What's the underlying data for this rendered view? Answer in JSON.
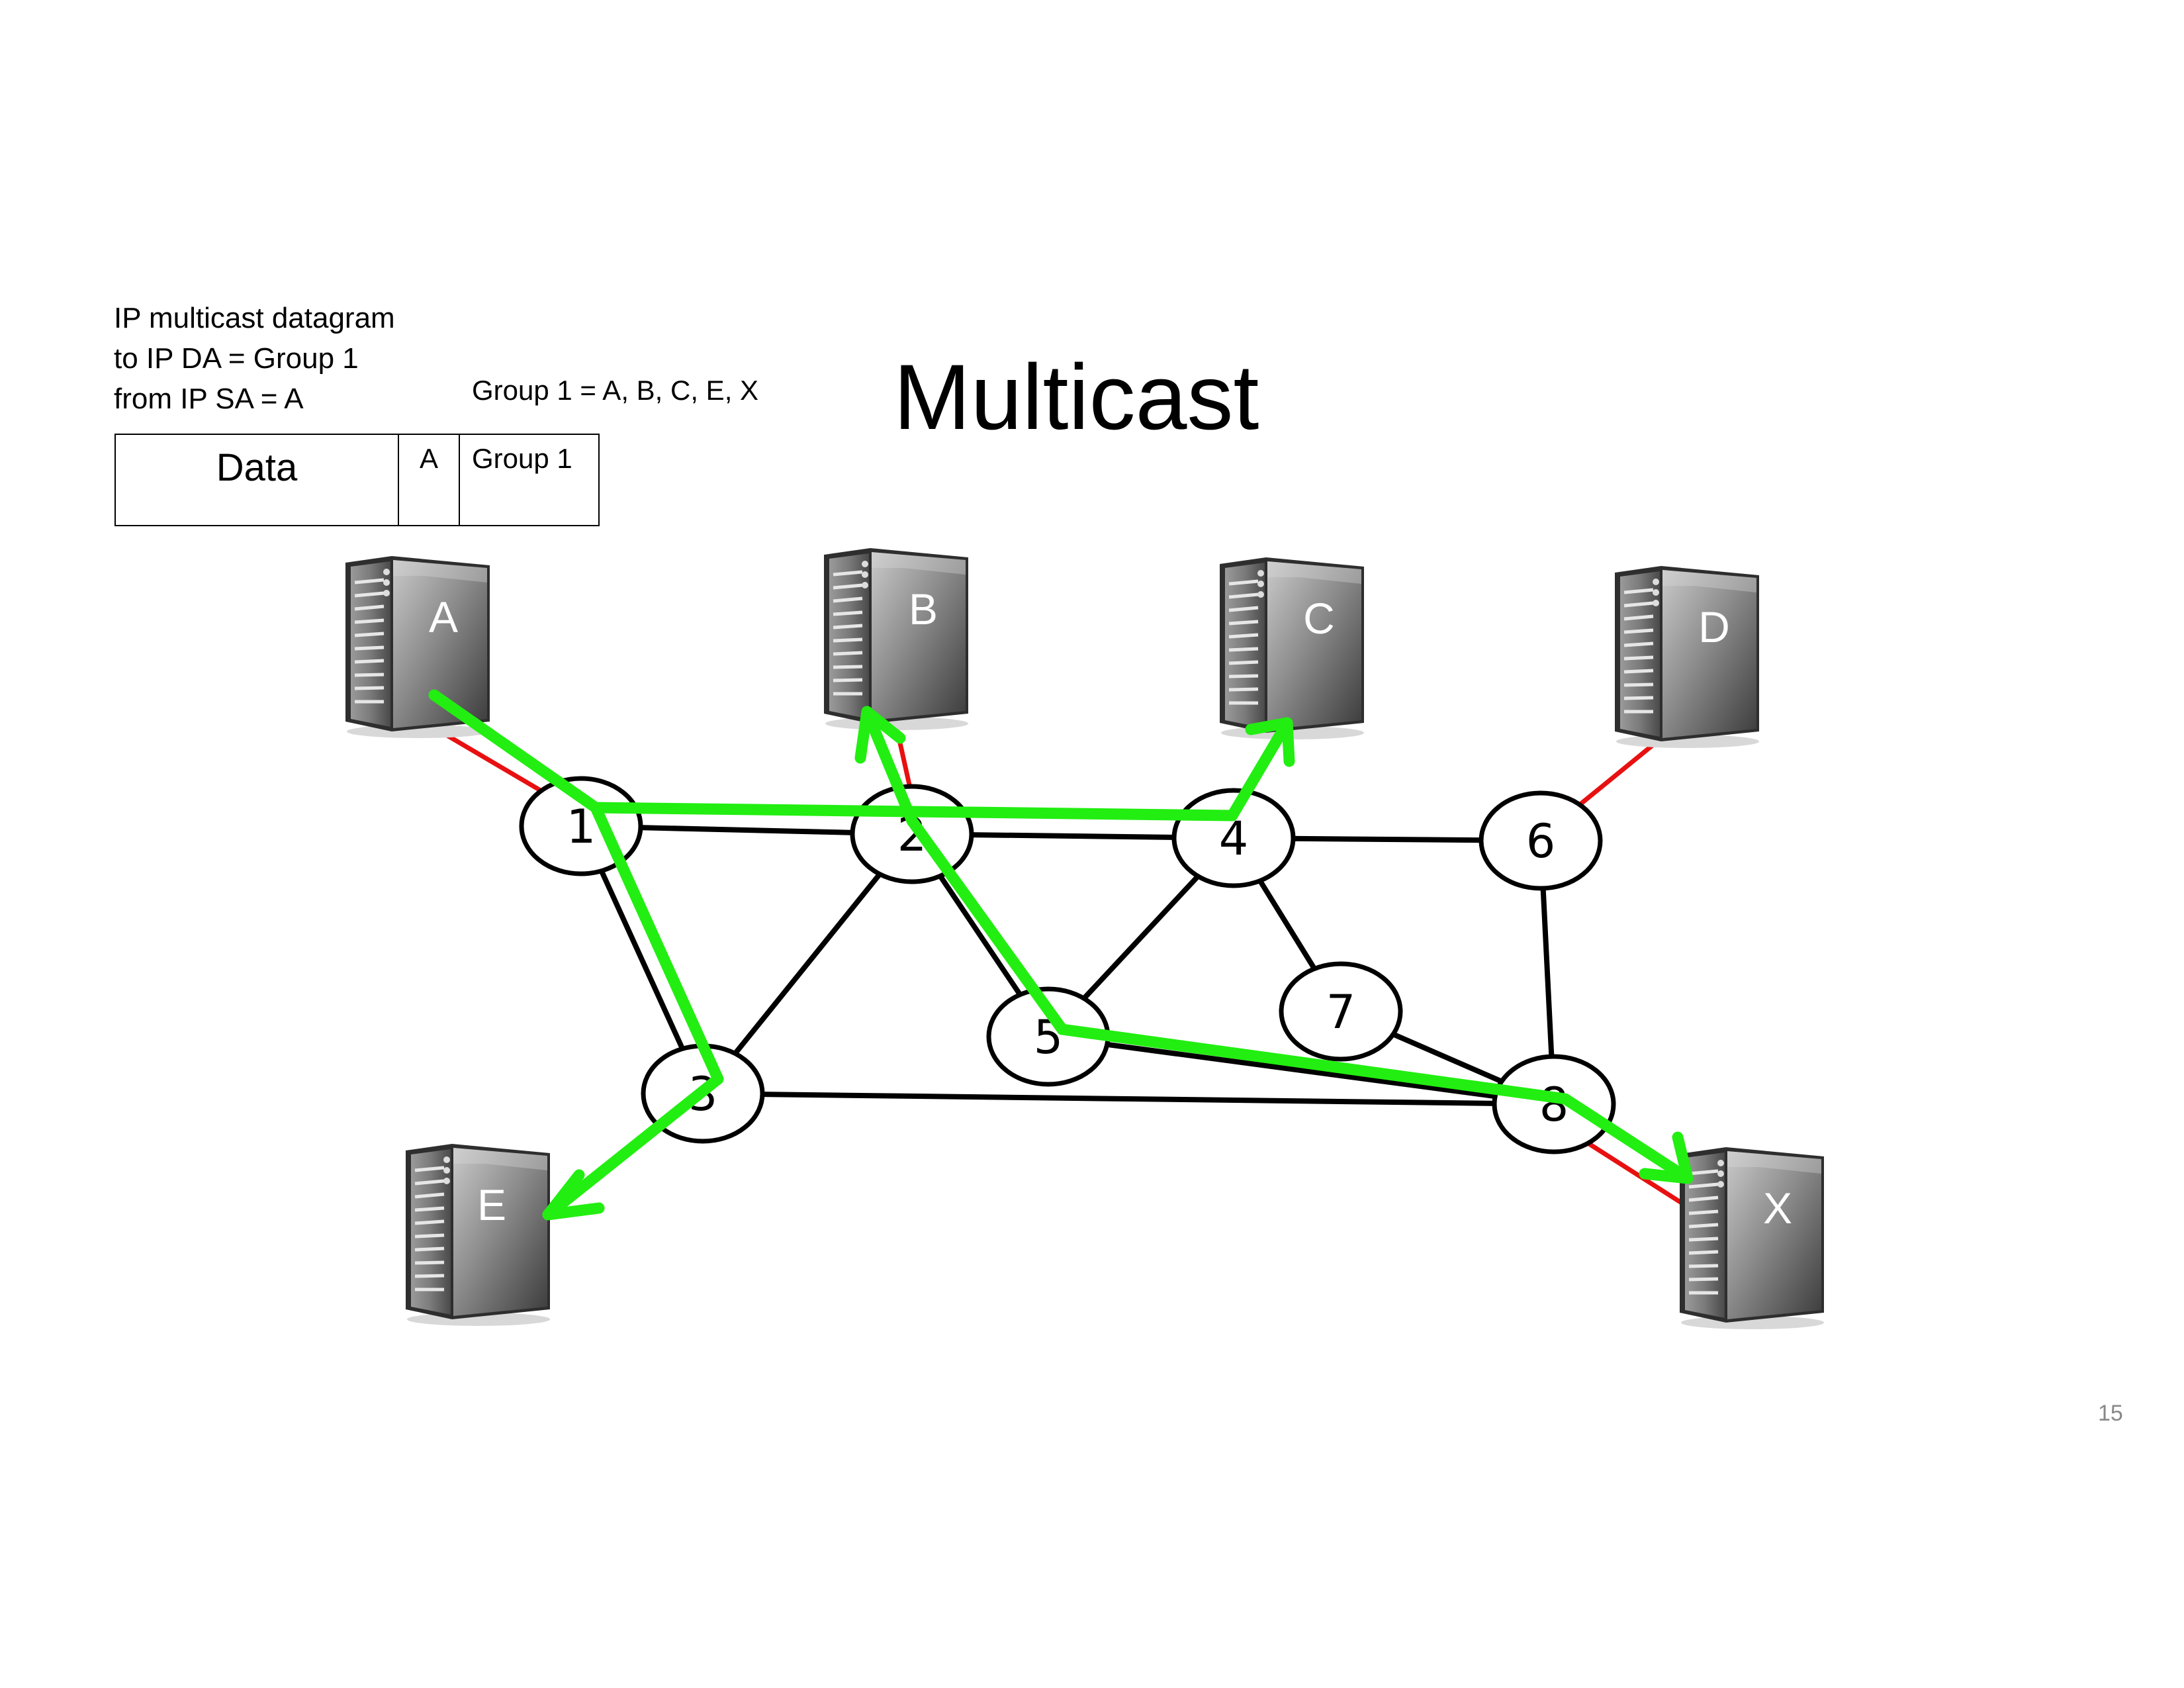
{
  "slide": {
    "title": "Multicast",
    "page_number": "15",
    "caption": {
      "line1": "IP multicast datagram",
      "line2": "to IP DA = Group 1",
      "line3": "from IP SA = A"
    },
    "group_definition": "Group 1 = A, B, C, E, X",
    "packet": {
      "data": "Data",
      "source": "A",
      "destination": "Group 1"
    }
  },
  "diagram": {
    "routers": [
      "1",
      "2",
      "4",
      "6",
      "7",
      "5",
      "3",
      "8"
    ],
    "hosts": [
      "A",
      "B",
      "C",
      "D",
      "E",
      "X"
    ],
    "colors": {
      "link": "#000000",
      "access_link": "#e81010",
      "multicast_path": "#22ee11"
    }
  }
}
